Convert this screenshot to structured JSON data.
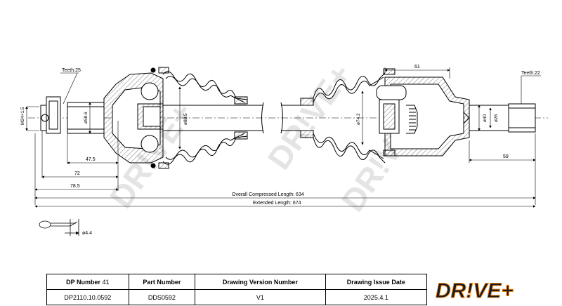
{
  "drawing": {
    "teeth_left": "Teeth:25",
    "teeth_right": "Teeth:22",
    "thread": "M24×1.5",
    "dia_58_6": "ø58.6",
    "dia_80_5": "ø80.5",
    "dia_74_2": "ø74.2",
    "dia_40": "ø40",
    "dia_26": "ø26",
    "dim_47_5": "47.5",
    "dim_72": "72",
    "dim_78_5": "78.5",
    "dim_61": "61",
    "dim_59": "59",
    "overall_compressed": "Overall Compressed Length: 634",
    "extended": "Extended Length: 674",
    "pin_dia": "ø4.4",
    "watermark": "DR!VE+"
  },
  "title_block": {
    "headers": {
      "dp_number": "DP Number",
      "dp_number_suffix": "41",
      "part_number": "Part Number",
      "drawing_version": "Drawing Version Number",
      "drawing_date": "Drawing Issue Date"
    },
    "values": {
      "dp_number": "DP2110.10.0592",
      "part_number": "DDS0592",
      "drawing_version": "V1",
      "drawing_date": "2025.4.1"
    },
    "logo_text": "DR!VE+",
    "colors": {
      "logo_orange": "#f08a1c",
      "logo_dark": "#1a1a1a"
    }
  }
}
